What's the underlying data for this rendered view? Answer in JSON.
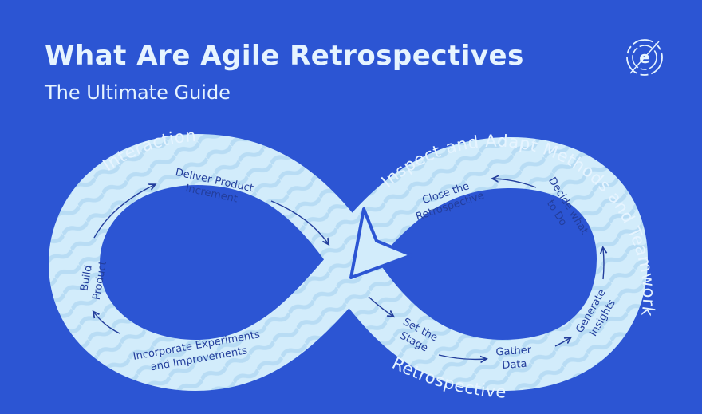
{
  "header": {
    "title": "What Are Agile Retrospectives",
    "subtitle": "The Ultimate Guide"
  },
  "logo": {
    "icon": "e-logo-icon",
    "letter": "e"
  },
  "arcs": {
    "interaction": "Interaction",
    "inspect": "Inspect and Adapt Methods and Teamwork",
    "retrospective": "Retrospective"
  },
  "steps": {
    "deliver": [
      "Deliver Product",
      "Increment"
    ],
    "build": [
      "Build",
      "Product"
    ],
    "incorporate": [
      "Incorporate Experiments",
      "and Improvements"
    ],
    "close": [
      "Close the",
      "Retrospective"
    ],
    "decide": [
      "Decide what",
      "to Do"
    ],
    "generate": [
      "Generate",
      "Insights"
    ],
    "gather": [
      "Gather",
      "Data"
    ],
    "set": [
      "Set the",
      "Stage"
    ]
  },
  "colors": {
    "background": "#2c55d3",
    "band": "#d2ecfb",
    "band_pattern": "#b8dcf4",
    "step_text": "#233e9c",
    "heading_text": "#e6f4ff"
  }
}
